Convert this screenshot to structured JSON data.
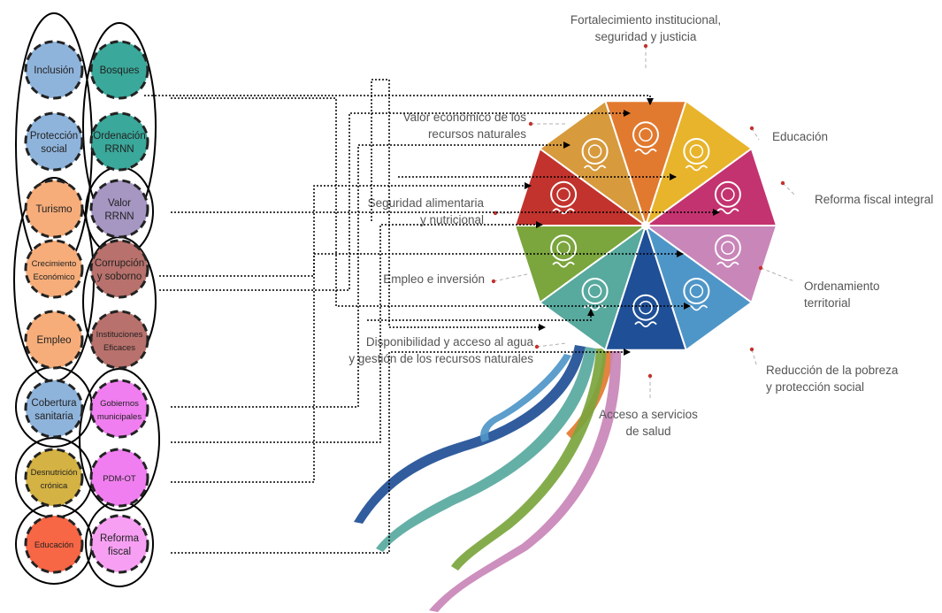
{
  "left_circles": [
    {
      "lines": [
        "Inclusión"
      ],
      "color": "#8fb4dc",
      "small": false
    },
    {
      "lines": [
        "Protección",
        "social"
      ],
      "color": "#8fb4dc",
      "small": false
    },
    {
      "lines": [
        "Bosques"
      ],
      "color": "#3aa89a",
      "small": false
    },
    {
      "lines": [
        "Ordenación",
        "RRNN"
      ],
      "color": "#3aa89a",
      "small": false
    },
    {
      "lines": [
        "Turismo"
      ],
      "color": "#f6ad7a",
      "small": false
    },
    {
      "lines": [
        "Valor",
        "RRNN"
      ],
      "color": "#a596c2",
      "small": false
    },
    {
      "lines": [
        "Crecimiento",
        "Económico"
      ],
      "color": "#f6ad7a",
      "small": true
    },
    {
      "lines": [
        "Corrupción",
        "y soborno"
      ],
      "color": "#b8716c",
      "small": false
    },
    {
      "lines": [
        "Empleo"
      ],
      "color": "#f6ad7a",
      "small": false
    },
    {
      "lines": [
        "Instituciones",
        "Eficaces"
      ],
      "color": "#b8716c",
      "small": true
    },
    {
      "lines": [
        "Cobertura",
        "sanitaria"
      ],
      "color": "#8fb4dc",
      "small": false
    },
    {
      "lines": [
        "Gobiernos",
        "municipales"
      ],
      "color": "#f07ef0",
      "small": true
    },
    {
      "lines": [
        "Desnutrición",
        "crónica"
      ],
      "color": "#d4b243",
      "small": true
    },
    {
      "lines": [
        "PDM-OT"
      ],
      "color": "#f07ef0",
      "small": true
    },
    {
      "lines": [
        "Educación"
      ],
      "color": "#f76645",
      "small": true
    },
    {
      "lines": [
        "Reforma",
        "fiscal"
      ],
      "color": "#f7a0f3",
      "small": false
    }
  ],
  "wheel_labels": [
    {
      "lines": [
        "Fortalecimiento institucional,",
        "seguridad y justicia"
      ],
      "anchor": "middle"
    },
    {
      "lines": [
        "Valor económico de los",
        "recursos naturales"
      ],
      "anchor": "end"
    },
    {
      "lines": [
        "Educación"
      ],
      "anchor": "start"
    },
    {
      "lines": [
        "Seguridad alimentaria",
        "y nutricional"
      ],
      "anchor": "end"
    },
    {
      "lines": [
        "Reforma fiscal integral"
      ],
      "anchor": "start"
    },
    {
      "lines": [
        "Empleo e inversión"
      ],
      "anchor": "end"
    },
    {
      "lines": [
        "Ordenamiento",
        "territorial"
      ],
      "anchor": "start"
    },
    {
      "lines": [
        "Disponibilidad y acceso al agua",
        "y gestión de los recursos naturales"
      ],
      "anchor": "end"
    },
    {
      "lines": [
        "Reducción de la pobreza",
        "y protección social"
      ],
      "anchor": "start"
    },
    {
      "lines": [
        "Acceso a servicios",
        "de salud"
      ],
      "anchor": "middle"
    }
  ],
  "segment_colors": [
    "#e17a2f",
    "#e8b42b",
    "#c3336f",
    "#c986b9",
    "#4f96c8",
    "#1f4f96",
    "#58a99e",
    "#7ba53d",
    "#c2332d",
    "#d79a3c"
  ],
  "tail_colors": [
    "#1f4f96",
    "#58a99e",
    "#4f96c8",
    "#e17a2f",
    "#c986b9",
    "#7ba53d"
  ]
}
